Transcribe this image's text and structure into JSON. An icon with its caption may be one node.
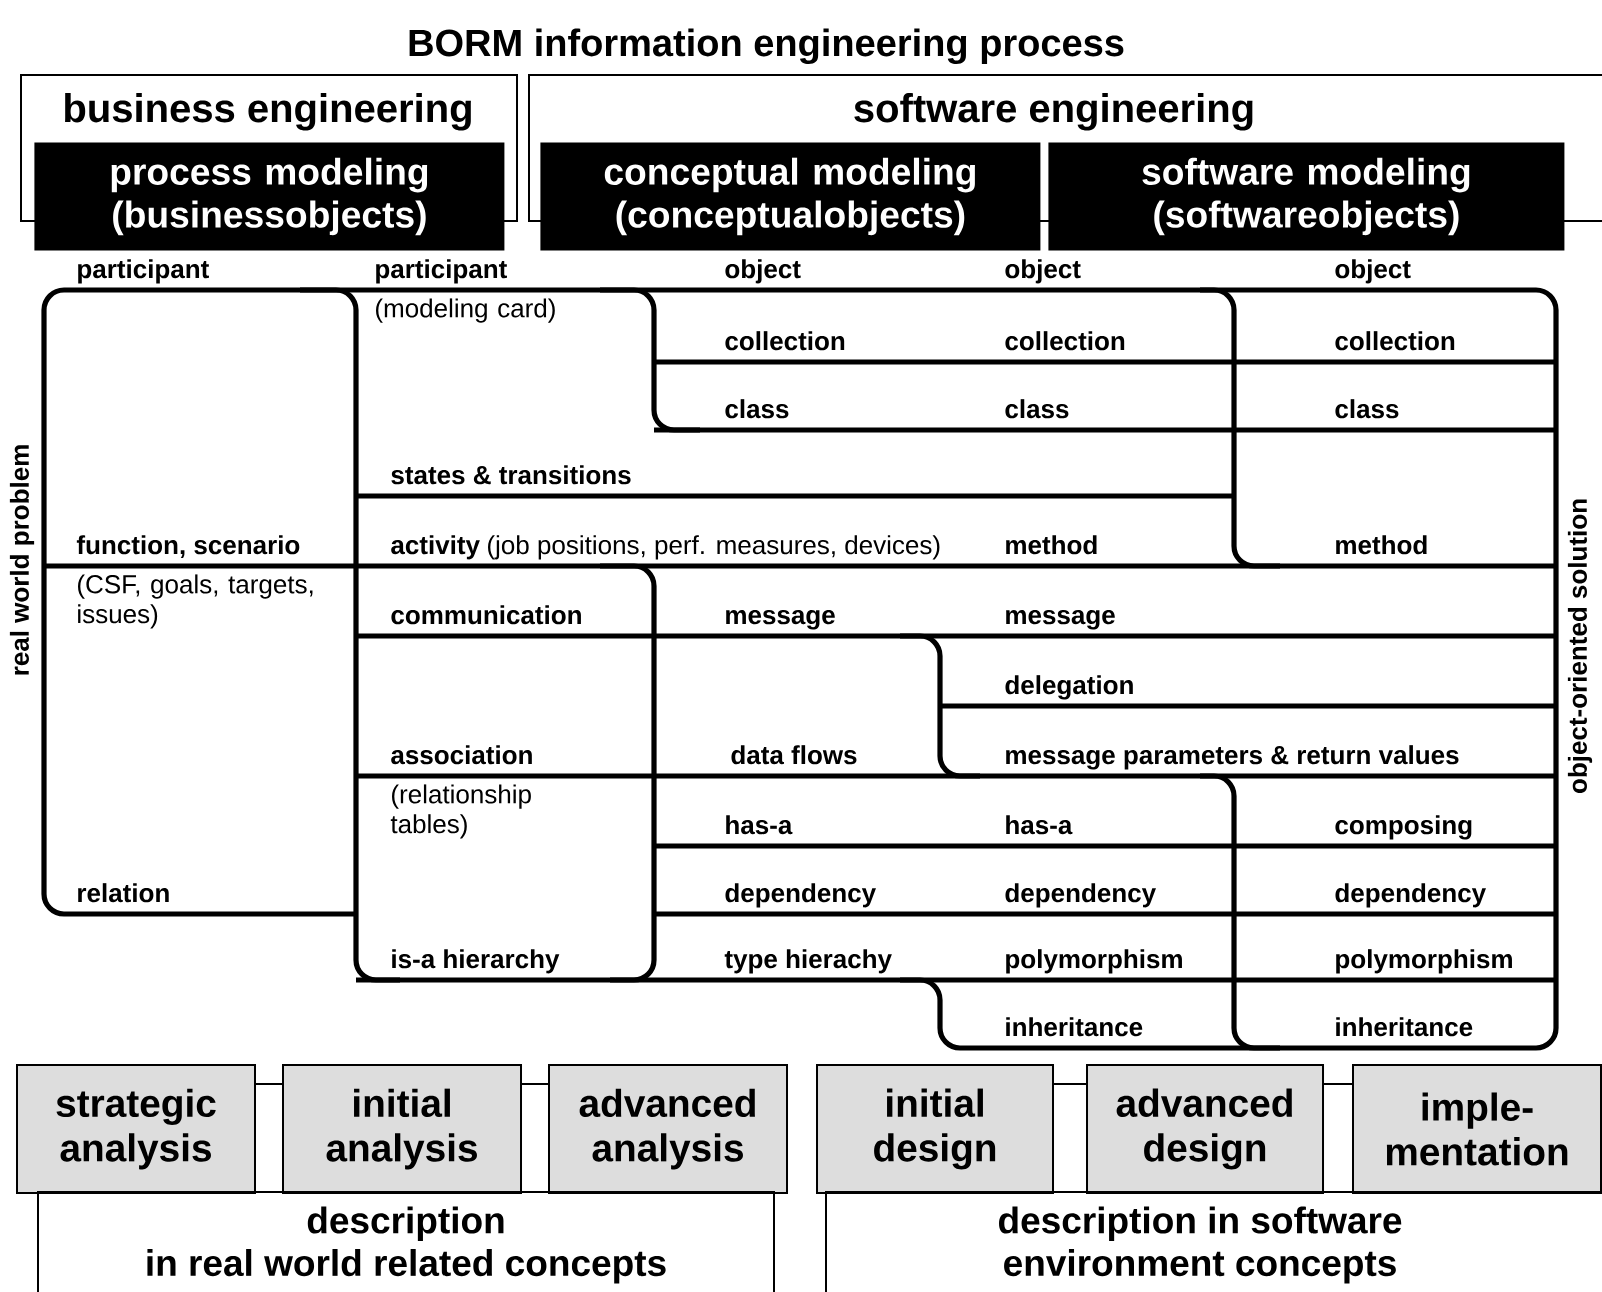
{
  "diagram": {
    "title": "BORM information engineering process",
    "nodes": [
      {
        "text": [
          "business engineering"
        ]
      },
      {
        "text": [
          "process modeling (businessobjects)"
        ]
      },
      {
        "text": [
          "software engineering"
        ]
      },
      {
        "text": [
          "conceptual modeling (conceptualobjects)"
        ]
      },
      {
        "text": [
          "software modeling (softwareobjects)"
        ]
      },
      {
        "text": [
          "strategic analysis"
        ]
      },
      {
        "text": [
          "initial analysis"
        ]
      },
      {
        "text": [
          "advanced analysis"
        ]
      },
      {
        "text": [
          "initial design"
        ]
      },
      {
        "text": [
          "advanced design"
        ]
      },
      {
        "text": [
          "imple-mentation"
        ]
      },
      {
        "text": [
          "description in real world related concepts"
        ]
      },
      {
        "text": [
          "description in software environment concepts"
        ]
      }
    ],
    "edges": [
      {
        "from": 5,
        "to": 6,
        "arrow": "none"
      },
      {
        "from": 6,
        "to": 7,
        "arrow": "none"
      },
      {
        "from": 8,
        "to": 9,
        "arrow": "none"
      },
      {
        "from": 9,
        "to": 10,
        "arrow": "none"
      }
    ],
    "labels": [
      "participant",
      "participant",
      "(modeling card)",
      "object",
      "object",
      "object",
      "collection",
      "collection",
      "collection",
      "class",
      "class",
      "class",
      "states & transitions",
      "function, scenario",
      "(CSF, goals, targets, issues)",
      "activity",
      "(job positions, perf. measures, devices)",
      "method",
      "method",
      "real world problem",
      "communication",
      "message",
      "message",
      "delegation",
      "association",
      "(relationship tables)",
      "data flows",
      "message parameters & return values",
      "object-oriented solution",
      "has-a",
      "has-a",
      "composing",
      "relation",
      "dependency",
      "dependency",
      "dependency",
      "is-a hierarchy",
      "type hierachy",
      "polymorphism",
      "polymorphism",
      "inheritance",
      "inheritance"
    ]
  }
}
